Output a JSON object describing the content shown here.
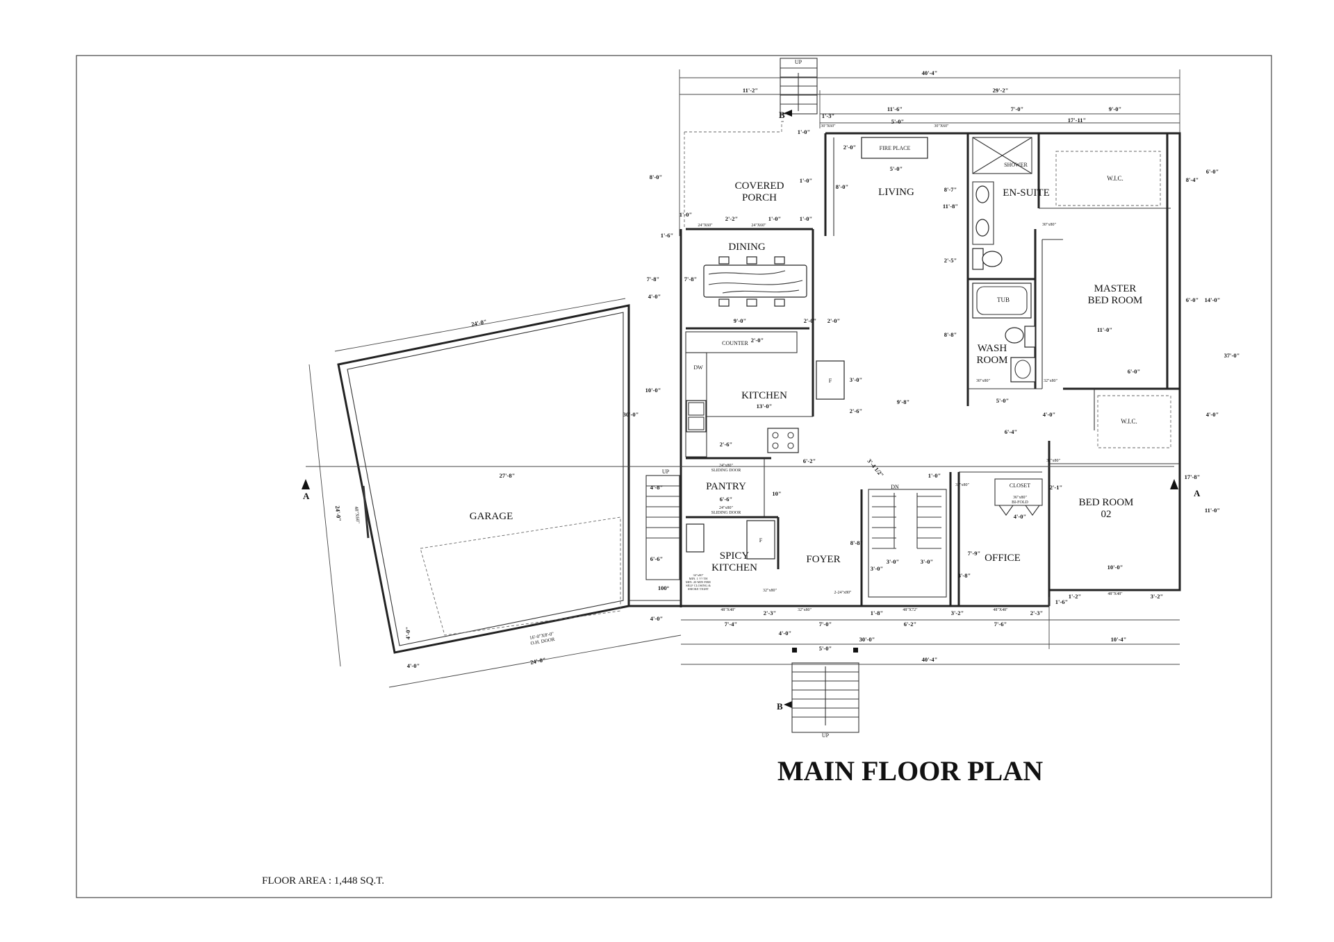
{
  "title": "MAIN FLOOR PLAN",
  "floor_area": "FLOOR AREA  : 1,448 SQ.T.",
  "rooms": {
    "covered_porch": [
      "COVERED",
      "PORCH"
    ],
    "living": "LIVING",
    "en_suite": "EN-SUITE",
    "wic1": "W.I.C.",
    "dining": "DINING",
    "master": [
      "MASTER",
      "BED ROOM"
    ],
    "tub": "TUB",
    "shower": "SHOWER",
    "fireplace": "FIRE PLACE",
    "counter": "COUNTER",
    "dw": "DW",
    "kitchen": "KITCHEN",
    "washroom": [
      "WASH",
      "ROOM"
    ],
    "wic2": "W.I.C.",
    "pantry": "PANTRY",
    "garage": "GARAGE",
    "spicy": [
      "SPICY",
      "KITCHEN"
    ],
    "foyer": "FOYER",
    "office": "OFFICE",
    "closet": "CLOSET",
    "bedroom2": [
      "BED ROOM",
      "02"
    ],
    "fridge1": "F",
    "fridge2": "F"
  },
  "markers": {
    "up_top": "UP",
    "up_bottom": "UP",
    "up_left": "UP",
    "dn": "DN",
    "b_top": "B",
    "b_bottom": "B",
    "a_left": "A",
    "a_right": "A"
  },
  "notes": {
    "sliding1": [
      "24\"x80\"",
      "SLIDING DOOR"
    ],
    "sliding2": [
      "24\"x80\"",
      "SLIDING DOOR"
    ],
    "closet_door": [
      "36\"x80\"",
      "BI-FOLD"
    ],
    "garage_door": [
      "16'-0\"X8'-0\"",
      "O.H. DOOR"
    ],
    "fire_door": [
      "34\"x80\"",
      "MIN. 1 ?/? TH",
      "MIN. 20 MIN FIRE",
      "SELF CLOSING &",
      "SMOKE TIGHT"
    ],
    "w1": "30\"X60\"",
    "w2": "30\"X60\"",
    "w3": "24\"X60\"",
    "w4": "24\"X60\"",
    "w5": "48\"X48\"",
    "w6": "48\"X72\"",
    "w7": "48\"X48\"",
    "w8": "48\"X48\"",
    "d1": "32\"x80\"",
    "d2": "32\"x80\"",
    "d3": "30\"x80\"",
    "d4": "32\"x80\"",
    "d5": "30\"x80\"",
    "d6": "32\"x80\"",
    "d7": "2-24\"x80\"",
    "d8": "32\"x80\"",
    "gw": "48\"X60\""
  },
  "dimensions": {
    "top_overall": "40'-4\"",
    "top_left": "11'-2\"",
    "top_right": "29'-2\"",
    "t1": "1'-3\"",
    "t2": "11'-6\"",
    "t3": "5'-0\"",
    "t4": "7'-0\"",
    "t5": "9'-0\"",
    "t6": "17'-11\"",
    "porch_h": "8'-0\"",
    "p1": "1'-0\"",
    "p2": "2'-2\"",
    "p3": "1'-0\"",
    "p4": "1'-0\"",
    "p5": "1'-0\"",
    "p6": "1'-0\"",
    "fp_h": "2'-0\"",
    "fp_w": "5'-0\"",
    "living_h": "8'-0\"",
    "l_h2": "11'-8\"",
    "l_h3": "8'-7\"",
    "r1": "8'-4\"",
    "r2": "6'-0\"",
    "r3": "6'-0\"",
    "r4": "14'-0\"",
    "r5": "37'-0\"",
    "r6": "4'-0\"",
    "r7": "17'-8\"",
    "r8": "11'-0\"",
    "mb_w": "11'-0\"",
    "mb_6": "6'-0\"",
    "d_1": "1'-6\"",
    "d_2": "7'-8\"",
    "d_3": "7'-8\"",
    "d_4": "4'-0\"",
    "d_5": "9'-0\"",
    "d_6": "2'-0\"",
    "d_7": "2'-0\"",
    "k_1": "2'-0\"",
    "k_2": "13'-0\"",
    "k_3": "10'-0\"",
    "k_4": "3'-0\"",
    "k_5": "2'-6\"",
    "k_6": "9'-8\"",
    "k_7": "2'-6\"",
    "k_8": "6'-2\"",
    "k_9": "30'-0\"",
    "w_1": "2'-5\"",
    "w_2": "8'-8\"",
    "w_3": "5'-0\"",
    "w_4": "4'-0\"",
    "w_5": "6'-4\"",
    "g_top": "24'-0\"",
    "g_mid": "27'-8\"",
    "g_left": "24'-0\"",
    "g_bot": "24'-0\"",
    "g_4a": "4'-0\"",
    "g_4b": "4'-0\"",
    "g_4c": "4'-0\"",
    "pa_1": "6'-6\"",
    "pa_2": "10\"",
    "pa_3": "4'-8\"",
    "pa_4": "6'-6\"",
    "pa_5": "100°",
    "st_1": "1'-0\"",
    "st_2": "8'-8\"",
    "st_3": "3'-0\"",
    "st_4": "3'-0\"",
    "st_5": "3'-0\"",
    "st_6": "3'-8\"",
    "st_7": "7'-9\"",
    "st_8": "3'-4 1/2\"",
    "cl_1": "4'-0\"",
    "cl_2": "2'-1\"",
    "br_1": "10'-0\"",
    "b_1": "7'-4\"",
    "b_2": "2'-3\"",
    "b_3": "7'-0\"",
    "b_4": "1'-8\"",
    "b_5": "6'-2\"",
    "b_6": "3'-2\"",
    "b_7": "7'-6\"",
    "b_8": "2'-3\"",
    "b_9": "1'-2\"",
    "b_10": "3'-2\"",
    "b_11": "1'-6\"",
    "b_12": "4'-0\"",
    "b_13": "5'-0\"",
    "b_14": "30'-0\"",
    "b_15": "10'-4\"",
    "b_16": "40'-4\""
  }
}
